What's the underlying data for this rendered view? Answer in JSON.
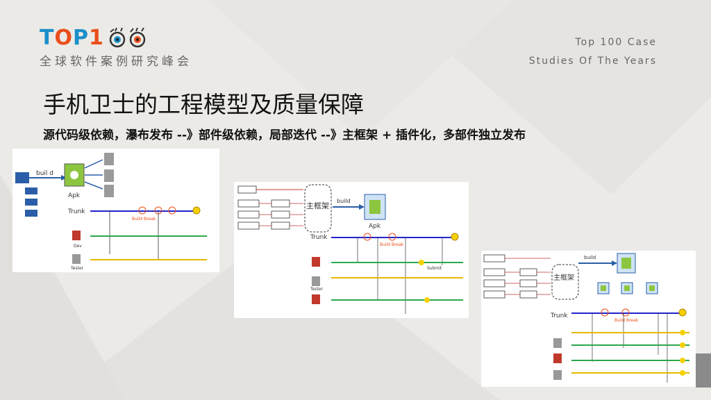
{
  "header": {
    "logo": {
      "text_top": "TOP1",
      "text_sub": "全球软件案例研究峰会"
    },
    "tagline": [
      "Top 100 Case",
      "Studies Of The Years"
    ]
  },
  "slide": {
    "title": "手机卫士的工程模型及质量保障",
    "subtitle": "源代码级依赖，瀑布发布 --》部件级依赖，局部迭代 --》主框架 + 插件化，多部件独立发布"
  },
  "diagram1": {
    "build_label": "buil d",
    "apk_label": "Apk",
    "trunk_label": "Trunk",
    "build_break_label": "Build Break",
    "dev_label": "Dev",
    "tester_label": "Tester"
  },
  "diagram2": {
    "build_label": "build",
    "apk_label": "Apk",
    "framework_label": "主框架",
    "trunk_label": "Trunk",
    "build_break_label": "Build Break",
    "submit_label": "Submit",
    "tester_label": "Tester"
  },
  "diagram3": {
    "build_label": "build",
    "framework_label": "主框架",
    "trunk_label": "Trunk",
    "build_break_label": "Build Break"
  },
  "colors": {
    "logo_blue": "#1a8fc9",
    "logo_orange": "#e94e1b",
    "trunk_blue": "#2222cc",
    "branch_green": "#2aa84a",
    "branch_yellow": "#e8b800",
    "android_green": "#8cc63f"
  }
}
